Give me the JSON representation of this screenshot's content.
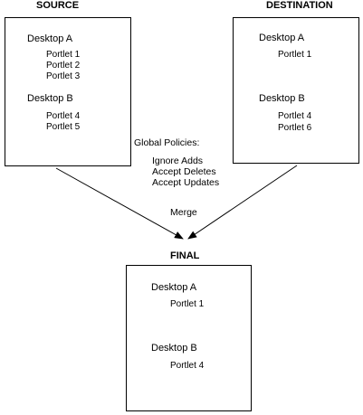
{
  "source": {
    "heading": "SOURCE",
    "desktops": [
      {
        "name": "Desktop A",
        "portlets": [
          "Portlet 1",
          "Portlet 2",
          "Portlet 3"
        ]
      },
      {
        "name": "Desktop B",
        "portlets": [
          "Portlet 4",
          "Portlet 5"
        ]
      }
    ]
  },
  "destination": {
    "heading": "DESTINATION",
    "desktops": [
      {
        "name": "Desktop A",
        "portlets": [
          "Portlet 1"
        ]
      },
      {
        "name": "Desktop B",
        "portlets": [
          "Portlet 4",
          "Portlet 6"
        ]
      }
    ]
  },
  "final": {
    "heading": "FINAL",
    "desktops": [
      {
        "name": "Desktop A",
        "portlets": [
          "Portlet 1"
        ]
      },
      {
        "name": "Desktop B",
        "portlets": [
          "Portlet 4"
        ]
      }
    ]
  },
  "policies": {
    "title": "Global Policies:",
    "items": [
      "Ignore  Adds",
      "Accept Deletes",
      "Accept Updates"
    ]
  },
  "merge_label": "Merge",
  "colors": {
    "line": "#000000",
    "background": "#ffffff"
  }
}
